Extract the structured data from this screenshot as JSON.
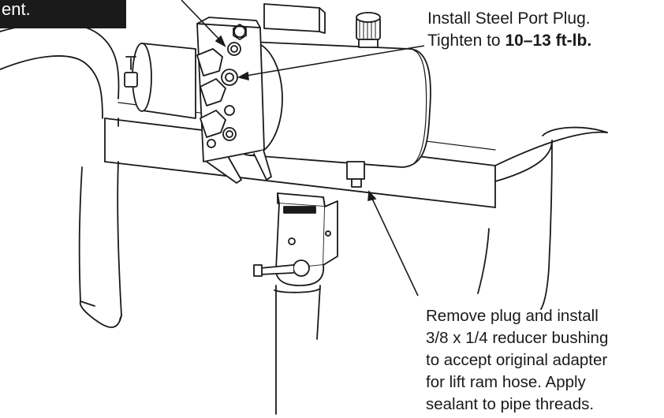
{
  "top_left_label": "ent.",
  "callout_top": {
    "line1": "Install Steel Port Plug.",
    "line2_prefix": "Tighten to ",
    "line2_bold": "10–13 ft-lb."
  },
  "callout_bottom": {
    "lines": [
      "Remove plug and install",
      "3/8 x 1/4 reducer bushing",
      "to accept original adapter",
      "for lift ram hose. Apply",
      "sealant to pipe threads."
    ]
  },
  "colors": {
    "ink": "#1a1a1a",
    "background": "#ffffff",
    "label_background": "#1a1a1a",
    "label_text": "#ffffff"
  }
}
